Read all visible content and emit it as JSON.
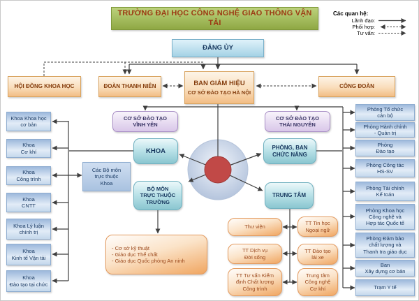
{
  "title": "TRƯỜNG ĐẠI HỌC CÔNG NGHỆ GIAO THÔNG VẬN TẢI",
  "legend": {
    "heading": "Các quan hệ:",
    "items": [
      {
        "label": "Lãnh đạo:",
        "style": "solid"
      },
      {
        "label": "Phối hợp:",
        "style": "dashed-double"
      },
      {
        "label": "Tư vấn:",
        "style": "dashed"
      }
    ]
  },
  "nodes": {
    "dang_uy": "ĐẢNG ỦY",
    "hoi_dong_khoa_hoc": "HỘI ĐỒNG KHOA HỌC",
    "doan_thanh_nien": "ĐOÀN THANH NIÊN",
    "ban_giam_hieu": "BAN GIÁM HIỆU",
    "ban_giam_hieu_sub": "CƠ SỞ ĐÀO TẠO HÀ NỘI",
    "cong_doan": "CÔNG ĐOÀN",
    "co_so_vinh_yen": "CƠ SỞ ĐÀO TẠO\nVĨNH YÊN",
    "co_so_thai_nguyen": "CƠ SỞ ĐÀO TẠO\nTHÁI NGUYÊN",
    "khoa": "KHOA",
    "phong_ban": "PHÒNG, BAN\nCHỨC NĂNG",
    "bo_mon_truong": "BỘ MÔN\nTRỰC THUỘC\nTRƯỜNG",
    "trung_tam": "TRUNG TÂM",
    "cac_bo_mon": "Các Bộ môn\ntrực thuộc\nKhoa",
    "dept_list": "- Cơ sở kỹ thuật\n- Giáo dục Thể chất\n- Giáo dục Quốc phòng An ninh"
  },
  "faculties": [
    "Khoa Khoa học\ncơ bản",
    "Khoa\nCơ khí",
    "Khoa\nCông trình",
    "Khoa\nCNTT",
    "Khoa Lý luận\nchính trị",
    "Khoa\nKinh tế Vận tải",
    "Khoa\nĐào tạo tại chức"
  ],
  "offices": [
    "Phòng Tổ chức\ncán bộ",
    "Phòng Hành chính\n- Quản trị",
    "Phòng\nĐào tạo",
    "Phòng Công tác\nHS-SV",
    "Phòng Tài chính\nKế toán",
    "Phòng Khoa học\nCông nghệ và\nHợp tác Quốc tế",
    "Phòng Đảm bảo\nchất lượng và\nThanh tra giáo dục",
    "Ban\nXây dựng cơ bản",
    "Trạm Y tế"
  ],
  "centers_left": [
    "Thư viện",
    "TT Dịch vụ\nĐời sống",
    "TT Tư vấn Kiểm\nđịnh Chất lượng\nCông trình"
  ],
  "centers_right": [
    "TT Tin học\nNgoại ngữ",
    "TT Đào tạo\nlái xe",
    "Trung tâm\nCông nghệ\nCơ khí"
  ],
  "colors": {
    "title_bg": "#a2b957",
    "title_text": "#9c3a13",
    "orange_box": "#f2bd85",
    "blue_box": "#9db9dc",
    "teal_box": "#8ac6d0",
    "purple_box": "#d9c7e9",
    "hub_center_red": "#c14947",
    "line": "#3f3f3f"
  }
}
